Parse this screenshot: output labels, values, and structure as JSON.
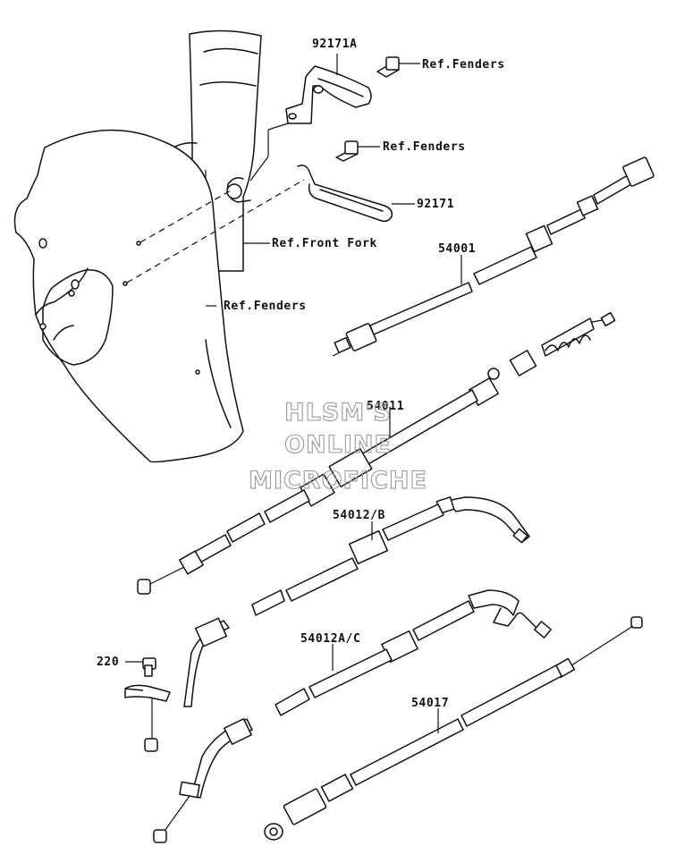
{
  "labels": {
    "bracket_a": "92171A",
    "ref_fenders_1": "Ref.Fenders",
    "ref_fenders_2": "Ref.Fenders",
    "clamp": "92171",
    "ref_front_fork": "Ref.Front Fork",
    "ref_fenders_3": "Ref.Fenders",
    "speedo_cable": "54001",
    "cable_54011": "54011",
    "throttle_cable_b": "54012/B",
    "throttle_cable_ac": "54012A/C",
    "screw": "220",
    "cable_54017": "54017"
  },
  "watermark": {
    "line1": "HLSM'S",
    "line2": "ONLINE",
    "line3": "MICROFICHE"
  }
}
